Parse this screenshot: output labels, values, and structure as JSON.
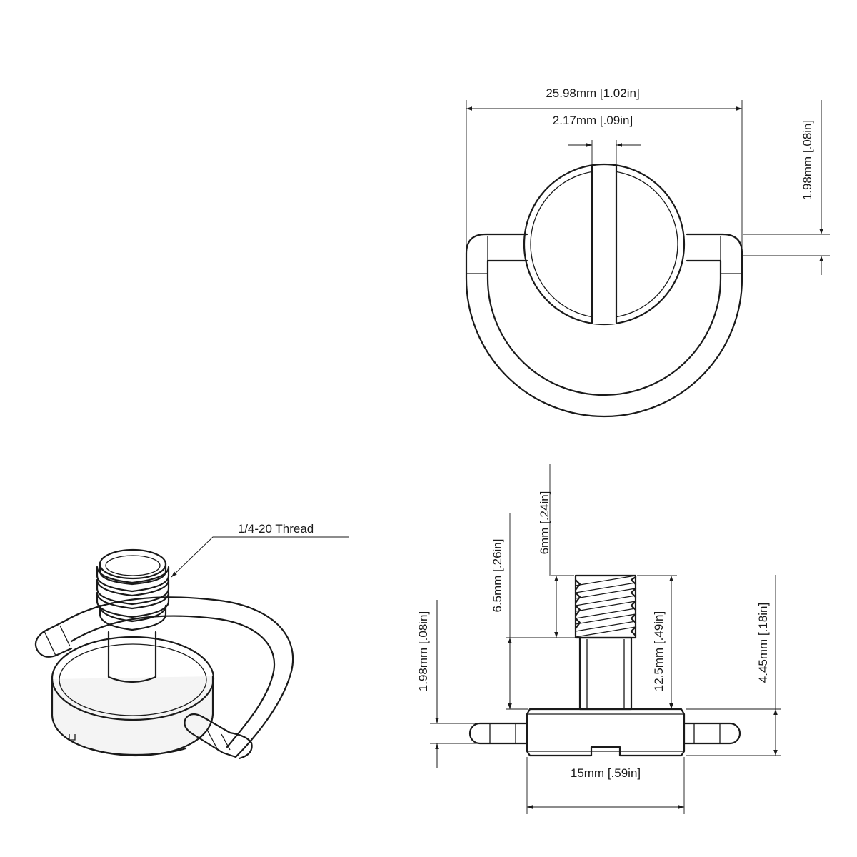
{
  "top_view": {
    "overall_width": "25.98mm [1.02in]",
    "slot_width": "2.17mm [.09in]",
    "ring_thickness": "1.98mm [.08in]"
  },
  "iso_view": {
    "callout": "1/4-20 Thread"
  },
  "side_view": {
    "thread_length": "6mm [.24in]",
    "shank_length": "6.5mm [.26in]",
    "total_height": "12.5mm [.49in]",
    "ring_thickness": "1.98mm [.08in]",
    "head_height": "4.45mm [.18in]",
    "head_diameter": "15mm [.59in]"
  }
}
